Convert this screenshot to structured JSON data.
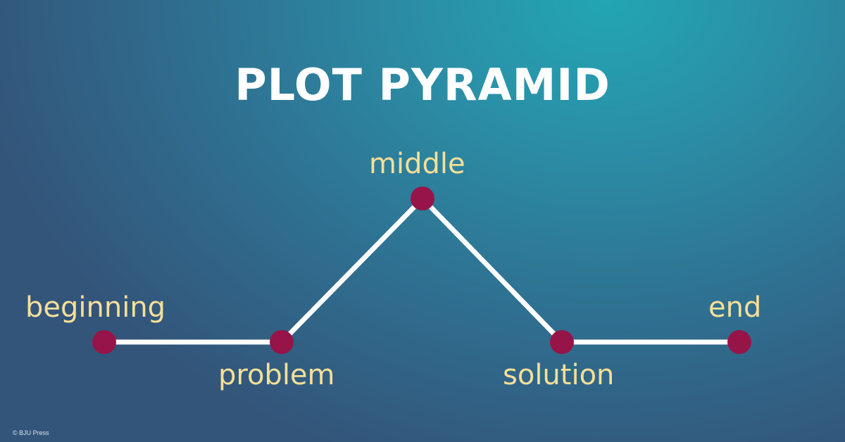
{
  "title": "PLOT PYRAMID",
  "labels": {
    "beginning": "beginning",
    "problem": "problem",
    "middle": "middle",
    "solution": "solution",
    "end": "end"
  },
  "colors": {
    "line": "#ffffff",
    "node": "#961448",
    "label": "#f7df97",
    "title": "#ffffff"
  },
  "copyright": "© BJU Press"
}
